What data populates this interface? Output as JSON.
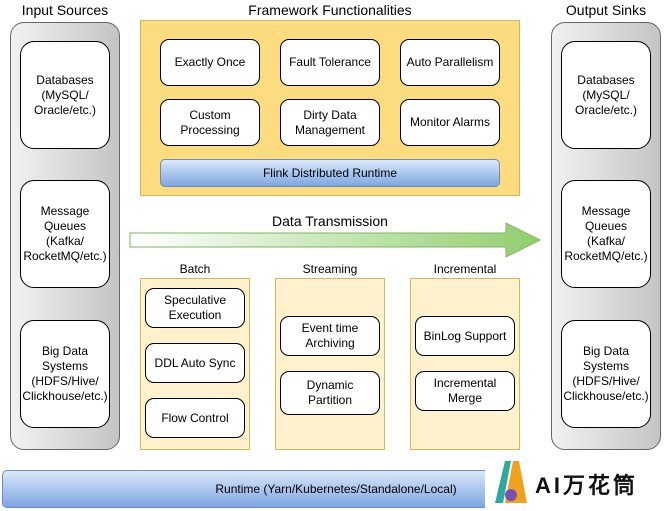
{
  "input": {
    "title": "Input Sources",
    "items": [
      "Databases\n(MySQL/\nOracle/etc.)",
      "Message\nQueues\n(Kafka/\nRocketMQ/etc.)",
      "Big Data\nSystems\n(HDFS/Hive/\nClickhouse/etc.)"
    ]
  },
  "output": {
    "title": "Output Sinks",
    "items": [
      "Databases\n(MySQL/\nOracle/etc.)",
      "Message\nQueues\n(Kafka/\nRocketMQ/etc.)",
      "Big Data\nSystems\n(HDFS/Hive/\nClickhouse/etc.)"
    ]
  },
  "framework": {
    "title": "Framework Functionalities",
    "features": [
      "Exactly Once",
      "Fault Tolerance",
      "Auto Parallelism",
      "Custom\nProcessing",
      "Dirty Data\nManagement",
      "Monitor Alarms"
    ],
    "runtime": "Flink Distributed Runtime"
  },
  "transmission": {
    "label": "Data Transmission"
  },
  "modes": [
    {
      "title": "Batch",
      "items": [
        "Speculative\nExecution",
        "DDL Auto Sync",
        "Flow Control"
      ]
    },
    {
      "title": "Streaming",
      "items": [
        "Event time\nArchiving",
        "Dynamic Partition"
      ]
    },
    {
      "title": "Incremental",
      "items": [
        "BinLog Support",
        "Incremental\nMerge"
      ]
    }
  ],
  "runtime_bar": "Runtime (Yarn/Kubernetes/Standalone/Local)",
  "watermark": {
    "text": "AI万花筒",
    "colors": [
      "#2ba8a0",
      "#f0a21c",
      "#7b4fb2"
    ]
  }
}
